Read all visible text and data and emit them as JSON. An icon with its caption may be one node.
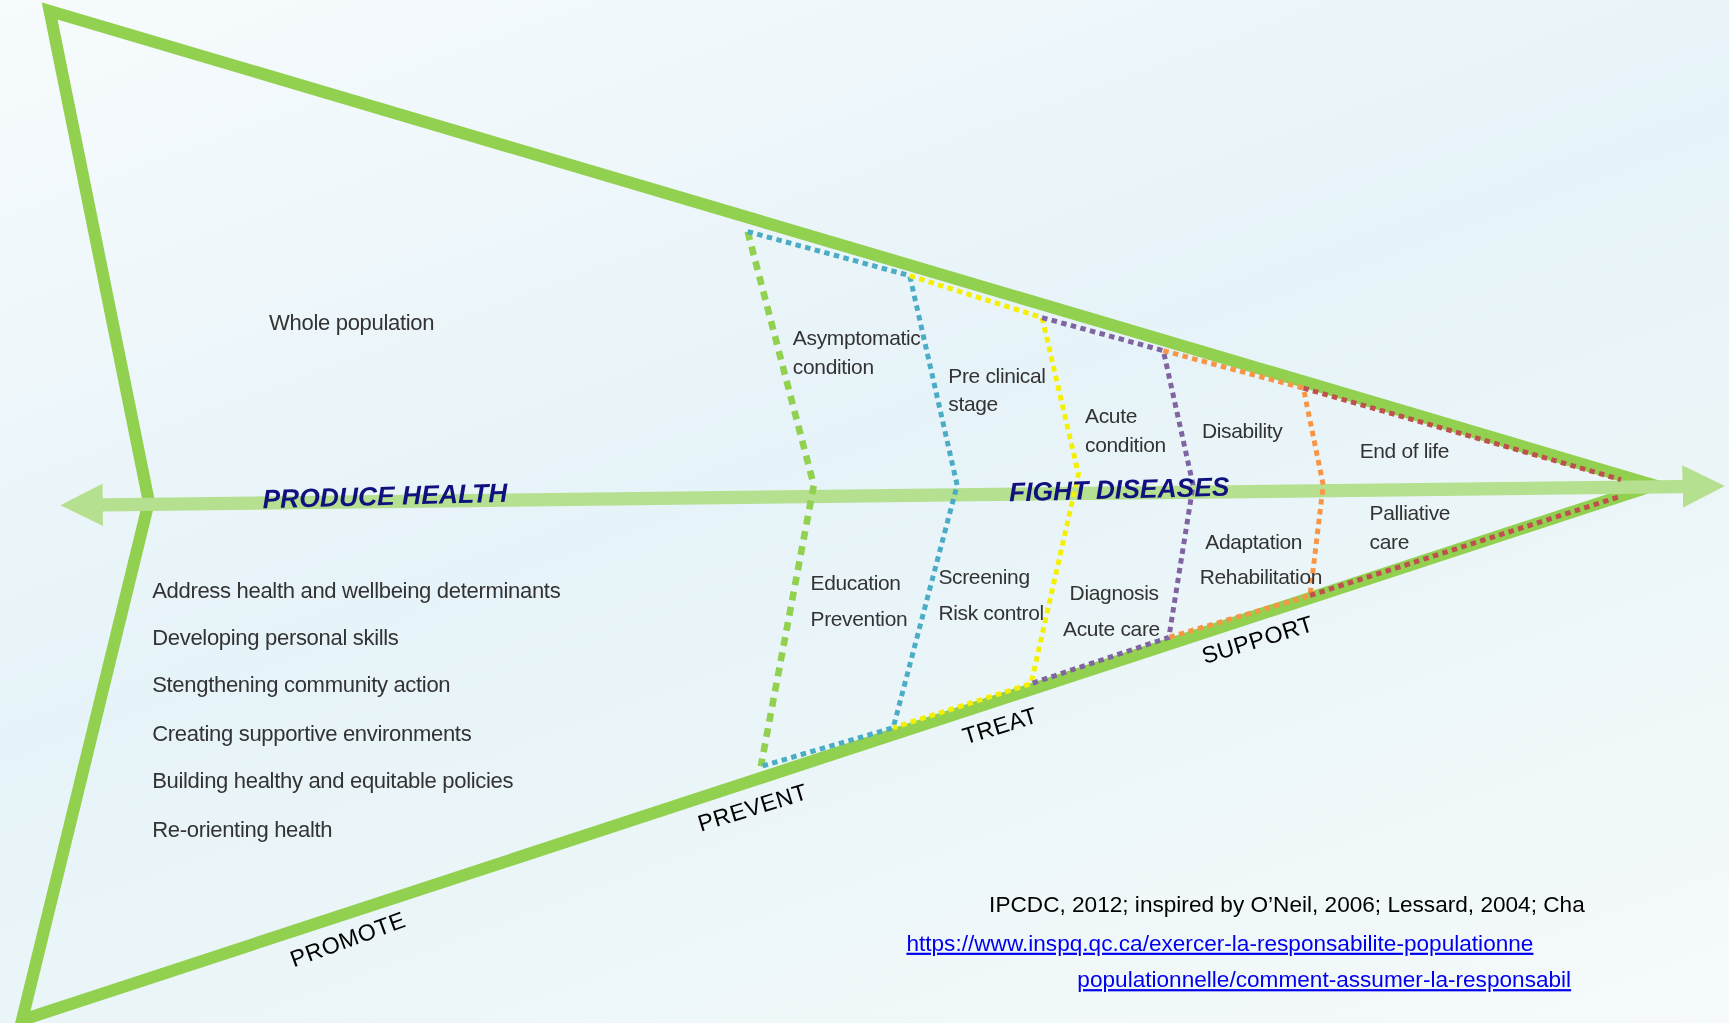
{
  "diagram": {
    "labels": [
      "Whole population",
      "Asymptomatic condition",
      "Pre clinical stage",
      "Acute condition",
      "Disability",
      "End of life",
      "PRODUCE HEALTH",
      "FIGHT DISEASES",
      "Palliative care",
      "Adaptation",
      "Screening",
      "Education",
      "Rehabilitation",
      "Address health and wellbeing determinants",
      "Diagnosis",
      "Risk control",
      "Prevention",
      "Acute care",
      "SUPPORT",
      "Developing personal skills",
      "Stengthening community action",
      "TREAT",
      "Creating supportive environments",
      "Building healthy and equitable policies",
      "PREVENT",
      "Re-orienting health",
      "IPCDC, 2012; inspired by O’Neil, 2006; Lessard, 2004; Cha",
      "https://www.inspq.qc.ca/exercer-la-responsabilite-populationne",
      "populationnelle/comment-assumer-la-responsabil",
      "PROMOTE"
    ]
  }
}
